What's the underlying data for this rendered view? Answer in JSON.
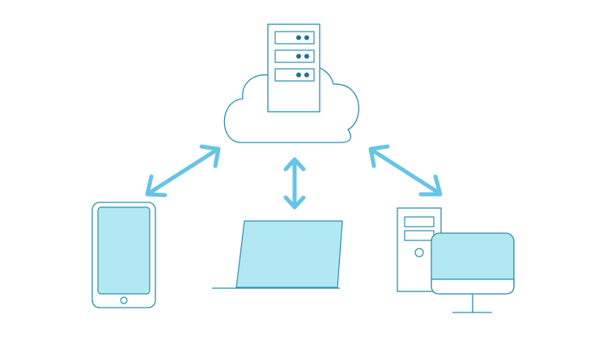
{
  "diagram": {
    "kind": "cloud-sync-network",
    "nodes": [
      {
        "id": "cloud-server",
        "icon": "cloud-server-icon"
      },
      {
        "id": "tablet",
        "icon": "tablet-icon"
      },
      {
        "id": "laptop",
        "icon": "laptop-icon"
      },
      {
        "id": "desktop",
        "icon": "desktop-computer-icon"
      }
    ],
    "edges": [
      {
        "from": "cloud-server",
        "to": "tablet",
        "direction": "bidirectional"
      },
      {
        "from": "cloud-server",
        "to": "laptop",
        "direction": "bidirectional"
      },
      {
        "from": "cloud-server",
        "to": "desktop",
        "direction": "bidirectional"
      }
    ]
  },
  "colors": {
    "outline": "#2a8fae",
    "fill": "#b3e8f3",
    "arrow": "#67c4e4",
    "led": "#1f7393",
    "background": "#ffffff"
  }
}
